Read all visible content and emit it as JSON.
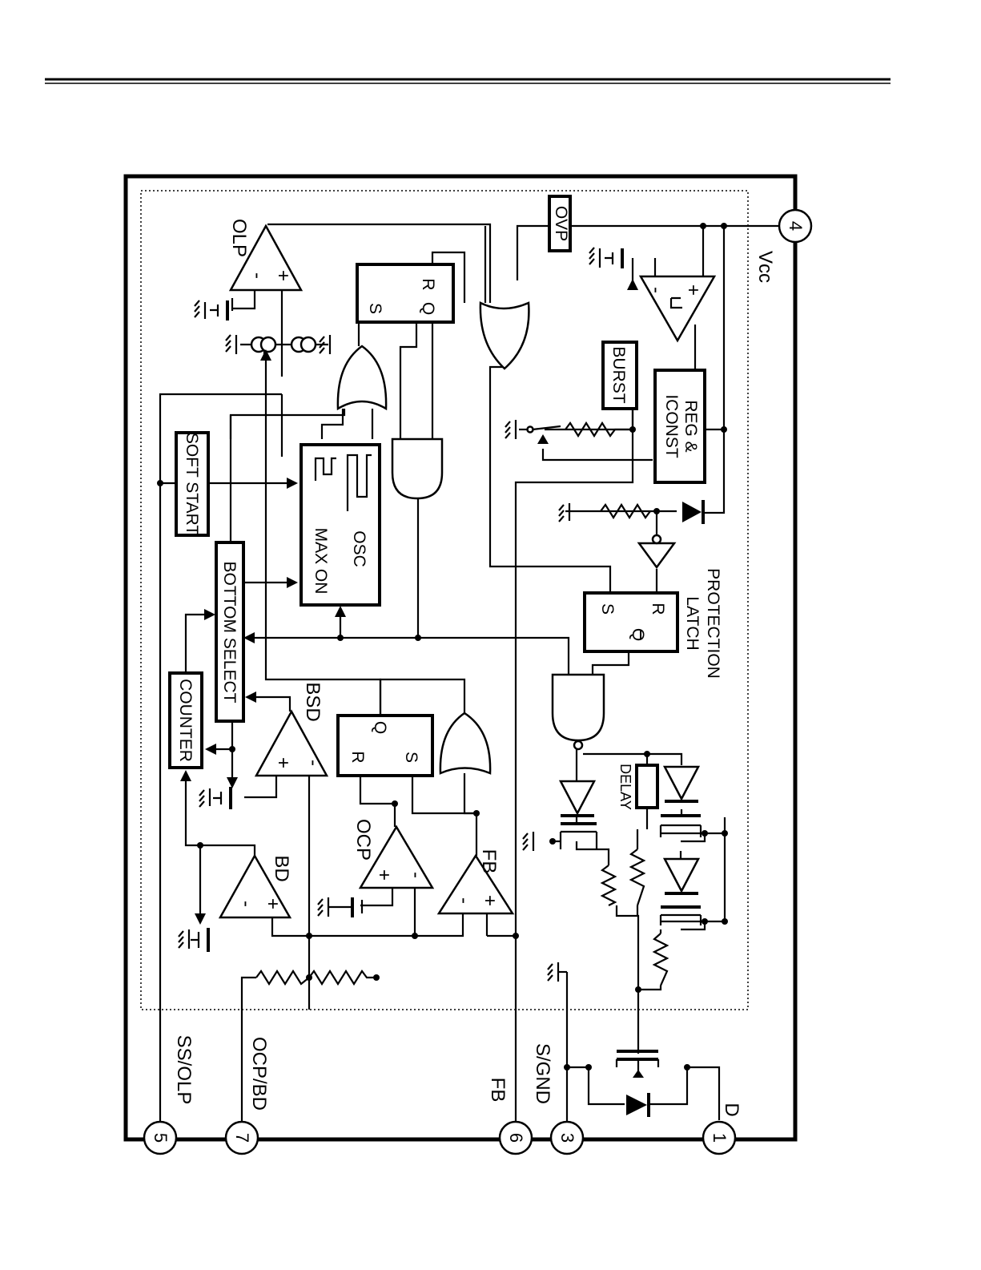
{
  "pins": [
    {
      "number": "4",
      "name": "Vcc"
    },
    {
      "number": "1",
      "name": "D"
    },
    {
      "number": "3",
      "name": "S/GND"
    },
    {
      "number": "6",
      "name": "FB"
    },
    {
      "number": "7",
      "name": "OCP/BD"
    },
    {
      "number": "5",
      "name": "SS/OLP"
    }
  ],
  "blocks": {
    "ovp": "OVP",
    "burst": "BURST",
    "reg_iconst": [
      "REG &",
      "ICONST"
    ],
    "soft_start": "SOFT START",
    "bottom_select": "BOTTOM SELECT",
    "counter": "COUNTER",
    "delay": "DELAY",
    "osc": "OSC",
    "max_on": "MAX ON",
    "protection_latch": [
      "PROTECTION",
      "LATCH"
    ]
  },
  "comparators": {
    "olp": "OLP",
    "bsd": "BSD",
    "ocp": "OCP",
    "fb": "FB",
    "bd": "BD"
  },
  "flipflop_pins": {
    "s": "S",
    "r": "R",
    "q": "Q",
    "q_bar": "Q"
  },
  "signs": {
    "plus": "+",
    "minus": "-"
  }
}
